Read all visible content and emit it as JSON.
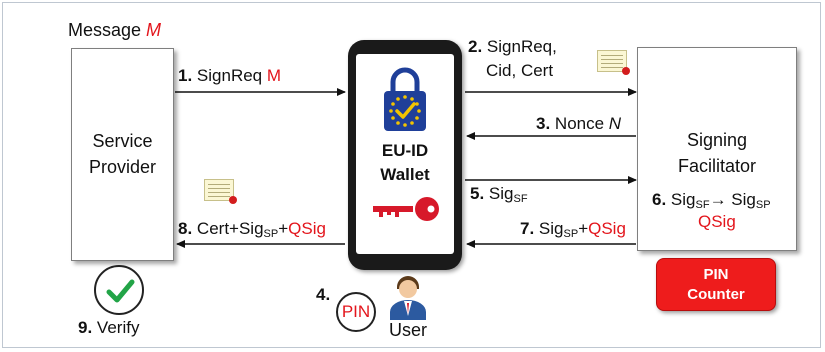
{
  "message_label": {
    "text": "Message ",
    "var": "M"
  },
  "service_provider": {
    "line1": "Service",
    "line2": "Provider"
  },
  "signing_facilitator": {
    "line1": "Signing",
    "line2": "Facilitator"
  },
  "wallet": {
    "line1": "EU-ID",
    "line2": "Wallet"
  },
  "step1": {
    "num": "1.",
    "text": "SignReq ",
    "var": "M"
  },
  "step2": {
    "num": "2.",
    "line1": "SignReq,",
    "line2": "Cid, Cert"
  },
  "step3": {
    "num": "3.",
    "text": "Nonce ",
    "var": "N"
  },
  "step4": {
    "num": "4.",
    "pin": "PIN",
    "user": "User"
  },
  "step5": {
    "num": "5.",
    "base": "Sig",
    "sub": "SF"
  },
  "step6": {
    "num": "6.",
    "base1": "Sig",
    "sub1": "SF",
    "arrow": "→",
    "base2": "Sig",
    "sub2": "SP",
    "qsig": "QSig"
  },
  "step7": {
    "num": "7.",
    "base": "Sig",
    "sub": "SP",
    "plus": "+",
    "qsig": "QSig"
  },
  "step8": {
    "num": "8.",
    "base1": "Cert+Sig",
    "sub": "SP",
    "plus": "+",
    "qsig": "QSig"
  },
  "step9": {
    "num": "9.",
    "text": "Verify"
  },
  "pin_counter": {
    "line1": "PIN",
    "line2": "Counter"
  },
  "colors": {
    "accent_red": "#e3151c",
    "eu_blue": "#1f3f99",
    "eu_yellow": "#f2c400",
    "key_red": "#d7192a",
    "check_green": "#22a447",
    "user_blue": "#2c5aa0"
  }
}
